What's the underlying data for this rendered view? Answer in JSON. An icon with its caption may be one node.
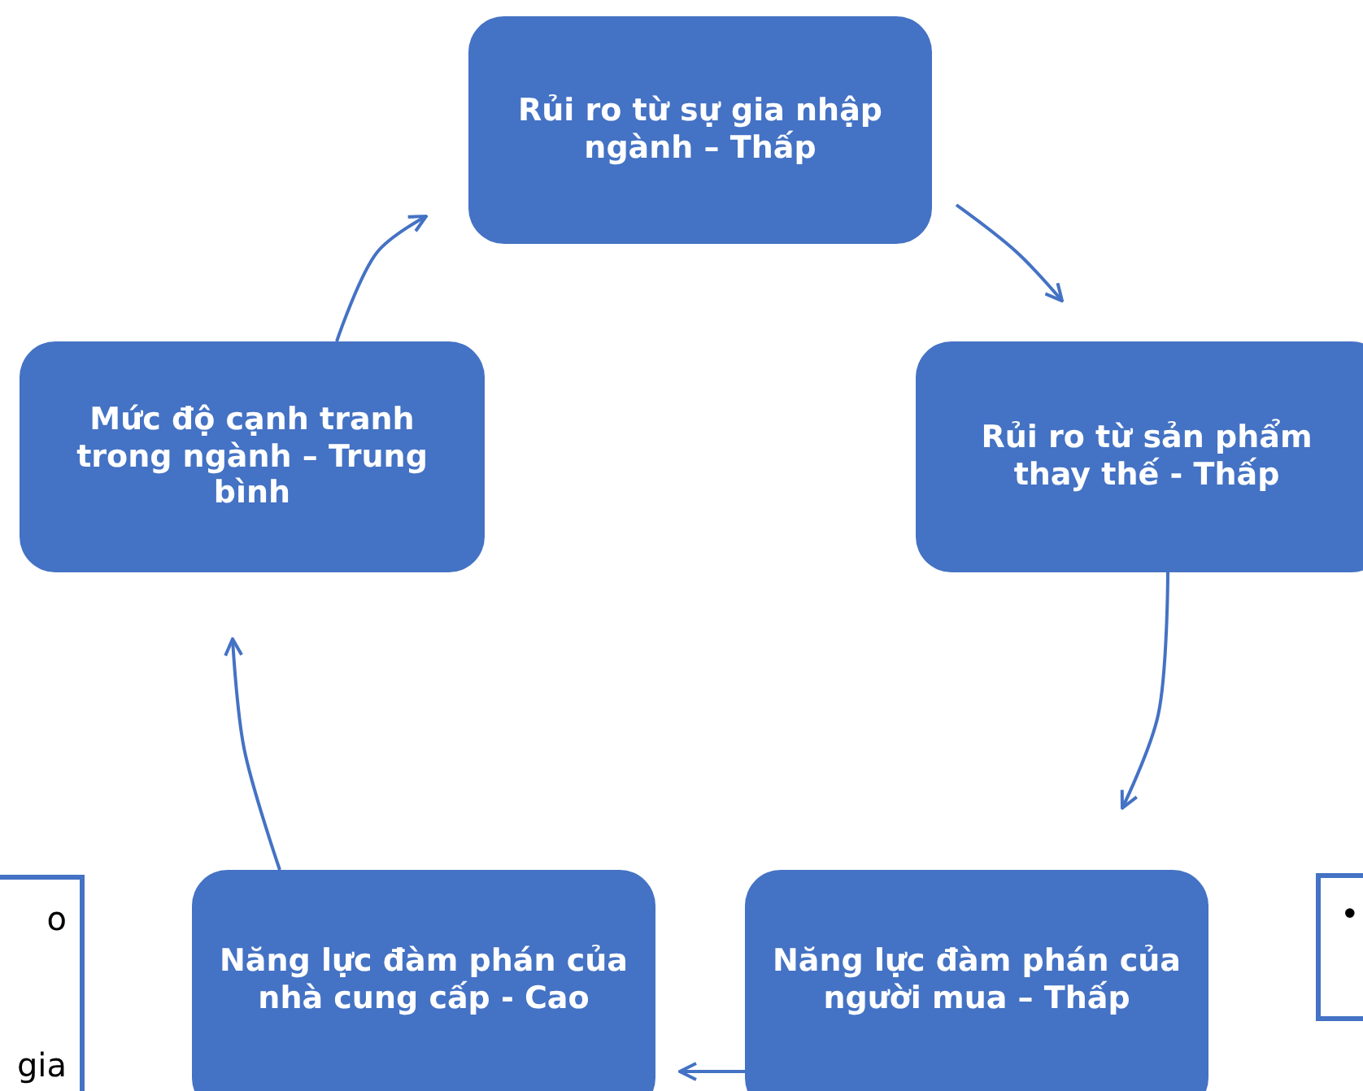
{
  "diagram": {
    "nodes": [
      {
        "text": [
          "Rủi ro từ sự gia nhập ngành – Thấp"
        ]
      },
      {
        "text": [
          "Rủi ro từ sản phẩm thay thế - Thấp"
        ]
      },
      {
        "text": [
          "Năng lực đàm phán của người mua – Thấp"
        ]
      },
      {
        "text": [
          "Năng lực đàm phán của nhà cung cấp - Cao"
        ]
      },
      {
        "text": [
          "Mức độ cạnh tranh trong ngành – Trung bình"
        ]
      },
      {
        "text": [
          "o",
          "gia"
        ]
      },
      {
        "text": [
          "•"
        ]
      }
    ],
    "edges": [
      {
        "from": 0,
        "to": 1,
        "arrow": "to"
      },
      {
        "from": 1,
        "to": 2,
        "arrow": "to"
      },
      {
        "from": 2,
        "to": 3,
        "arrow": "to"
      },
      {
        "from": 3,
        "to": 4,
        "arrow": "to"
      },
      {
        "from": 4,
        "to": 0,
        "arrow": "to"
      }
    ]
  }
}
